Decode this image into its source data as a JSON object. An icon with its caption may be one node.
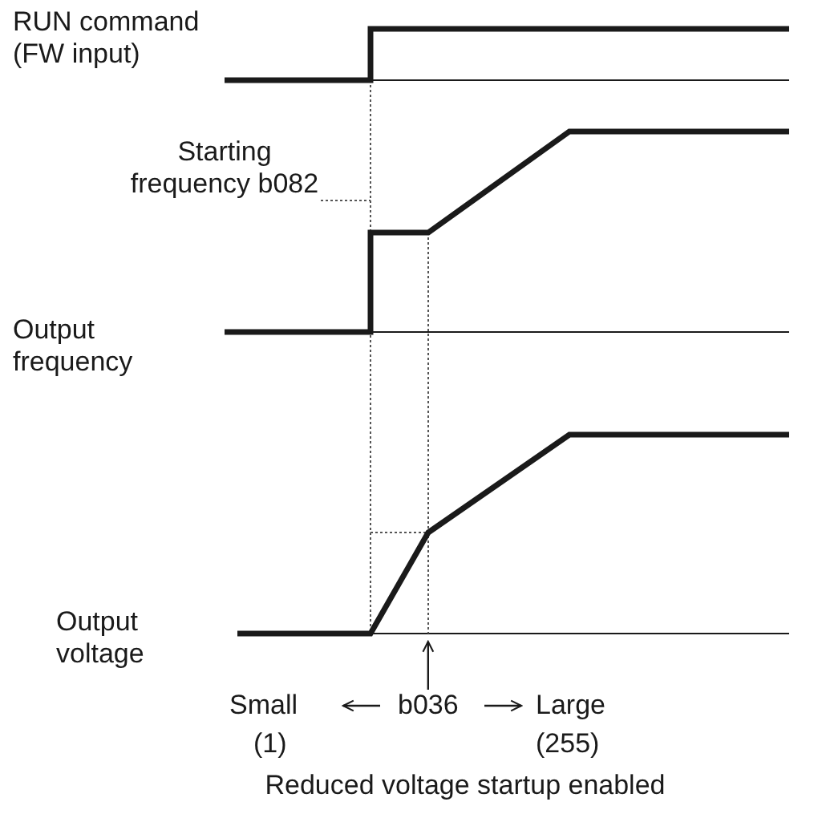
{
  "diagram": {
    "caption": "Reduced voltage startup enabled",
    "nodes": [
      {
        "text": [
          "Starting frequency b082"
        ]
      },
      {
        "text": [
          "b036"
        ]
      }
    ],
    "edges": [
      {
        "from": 0,
        "to": null,
        "arrow": "none",
        "style": "dashed"
      },
      {
        "from": 1,
        "to": null,
        "arrow": "to"
      }
    ],
    "labels": [
      "RUN command (FW input)",
      "Output frequency",
      "Output voltage",
      "Small",
      "Large",
      "(1)",
      "(255)"
    ]
  }
}
